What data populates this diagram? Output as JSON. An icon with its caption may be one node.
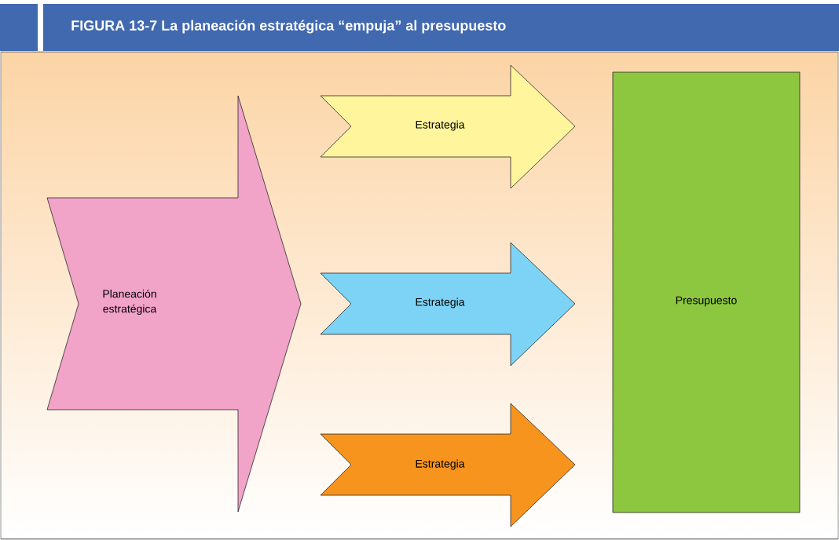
{
  "diagram": {
    "title": "FIGURA 13-7 La planeación estratégica “empuja” al presupuesto",
    "nodes": [
      {
        "text": [
          "Planeación estratégica"
        ]
      },
      {
        "text": [
          "Estrategia"
        ]
      },
      {
        "text": [
          "Estrategia"
        ]
      },
      {
        "text": [
          "Estrategia"
        ]
      },
      {
        "text": [
          "Presupuesto"
        ]
      }
    ]
  }
}
